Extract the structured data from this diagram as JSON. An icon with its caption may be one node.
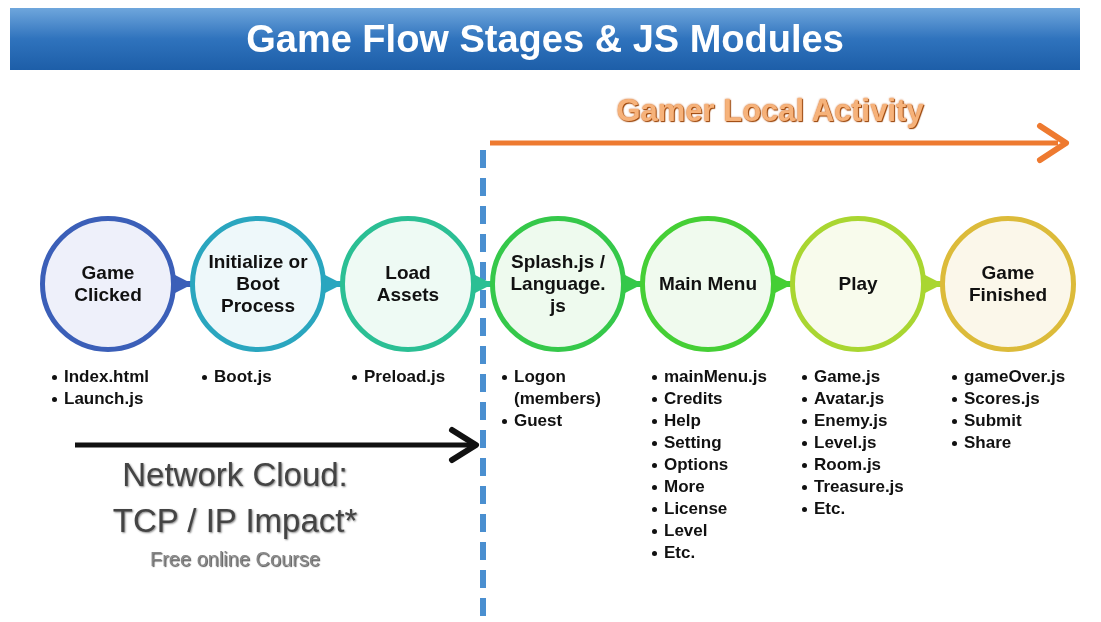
{
  "diagram": {
    "title": "Game Flow Stages & JS Modules",
    "nodes": [
      {
        "text": [
          "Game Clicked"
        ],
        "beside": [
          "Index.html",
          "Launch.js"
        ]
      },
      {
        "text": [
          "Initialize or Boot Process"
        ],
        "beside": [
          "Boot.js"
        ]
      },
      {
        "text": [
          "Load Assets"
        ],
        "beside": [
          "Preload.js"
        ]
      },
      {
        "text": [
          "Splash.js / Language. js"
        ],
        "beside": [
          "Logon (members)",
          "Guest"
        ]
      },
      {
        "text": [
          "Main Menu"
        ],
        "beside": [
          "mainMenu.js",
          "Credits",
          "Help",
          "Setting",
          "Options",
          "More",
          "License",
          "Level",
          "Etc."
        ]
      },
      {
        "text": [
          "Play"
        ],
        "beside": [
          "Game.js",
          "Avatar.js",
          "Enemy.js",
          "Level.js",
          "Room.js",
          "Treasure.js",
          "Etc."
        ]
      },
      {
        "text": [
          "Game Finished"
        ],
        "beside": [
          "gameOver.js",
          "Scores.js",
          "Submit",
          "Share"
        ]
      }
    ],
    "edges": [
      {
        "from": 0,
        "to": 1,
        "arrow": "to",
        "color": "#3b5fb8"
      },
      {
        "from": 1,
        "to": 2,
        "arrow": "to",
        "color": "#2aa6bf"
      },
      {
        "from": 2,
        "to": 3,
        "arrow": "to",
        "color": "#2bbf94"
      },
      {
        "from": 3,
        "to": 4,
        "arrow": "to",
        "color": "#35c84a"
      },
      {
        "from": 4,
        "to": 5,
        "arrow": "to",
        "color": "#45cf35"
      },
      {
        "from": 5,
        "to": 6,
        "arrow": "to",
        "color": "#a9d631"
      }
    ],
    "labels": [
      "Gamer Local Activity",
      "Network Cloud:",
      "TCP / IP Impact*",
      "Free online Course"
    ]
  }
}
